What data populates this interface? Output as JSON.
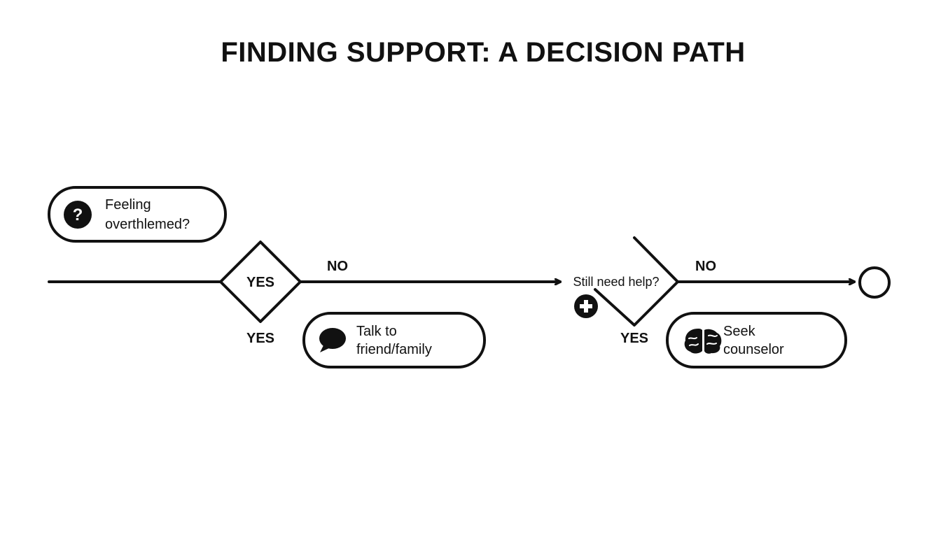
{
  "title": "FINDING SUPPORT: A DECISION PATH",
  "nodes": {
    "start": {
      "line1": "Feeling",
      "line2": "overthlemed?",
      "icon": "question-icon"
    },
    "decision1": {
      "label": "YES"
    },
    "decision2": {
      "label": "Still need help?",
      "icon": "plus-circle-icon"
    },
    "talk": {
      "line1": "Talk to",
      "line2": "friend/family",
      "icon": "speech-bubble-icon"
    },
    "counselor": {
      "line1": "Seek",
      "line2": "counselor",
      "icon": "brain-icon"
    },
    "end": {
      "icon": "end-circle"
    }
  },
  "edges": {
    "d1_no": "NO",
    "d1_yes": "YES",
    "d2_no": "NO",
    "d2_yes": "YES"
  },
  "colors": {
    "ink": "#111111",
    "background": "#ffffff"
  }
}
